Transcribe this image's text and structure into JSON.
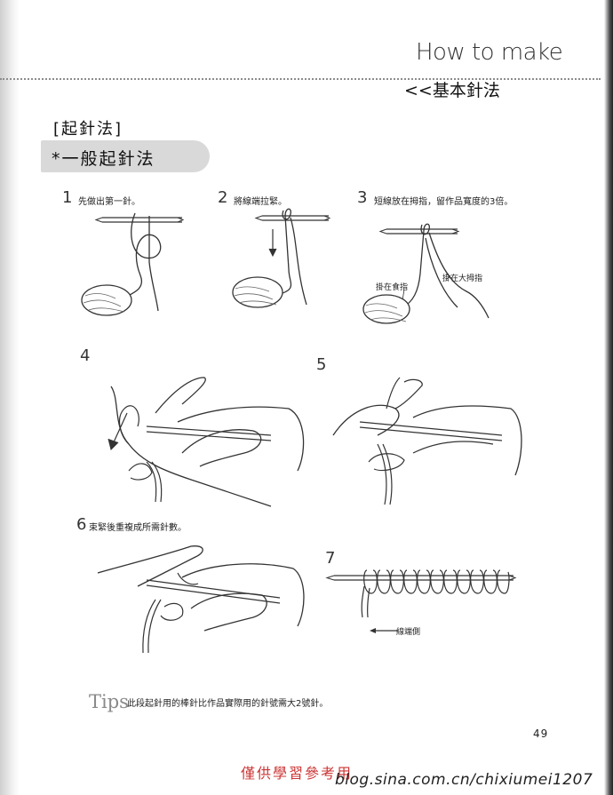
{
  "header": {
    "title": "How to make",
    "subtitle": "<<基本針法"
  },
  "section": {
    "label": "[起針法]",
    "banner": "*一般起針法"
  },
  "steps": [
    {
      "number": "1",
      "text": "先做出第一針。"
    },
    {
      "number": "2",
      "text": "將線端拉緊。"
    },
    {
      "number": "3",
      "text": "短線放在拇指，留作品寬度的3倍。",
      "labels": [
        "掛在大拇指",
        "掛在食指"
      ]
    },
    {
      "number": "4",
      "text": ""
    },
    {
      "number": "5",
      "text": ""
    },
    {
      "number": "6",
      "text": "束緊後重複成所需針數。"
    },
    {
      "number": "7",
      "text": "",
      "labels": [
        "線端側"
      ]
    }
  ],
  "tips": {
    "label": "Tips",
    "text": "此段起針用的棒針比作品實際用的針號需大2號針。"
  },
  "page_number": "49",
  "watermark": {
    "notice": "僅供學習參考用",
    "blog": "blog.sina.com.cn/chixiumei1207"
  }
}
